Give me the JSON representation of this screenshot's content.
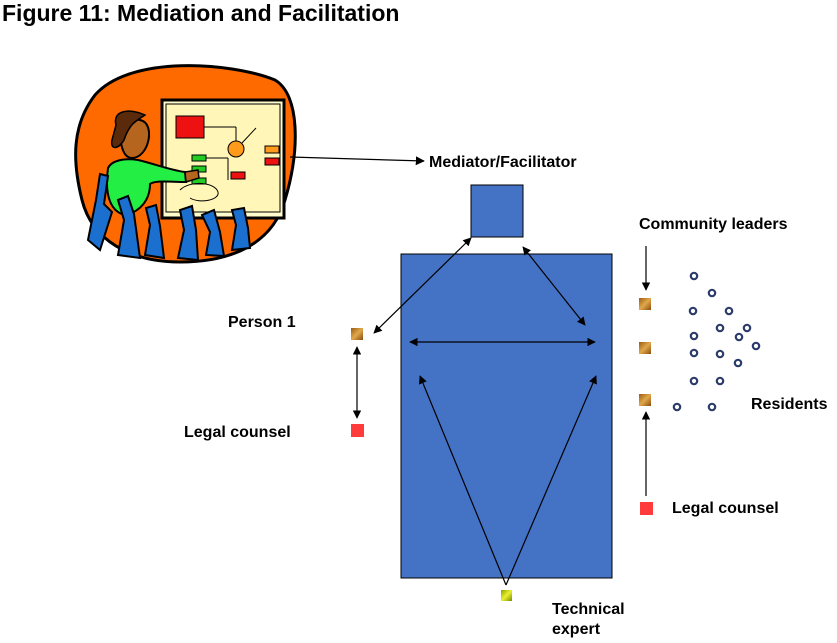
{
  "title": "Figure 11: Mediation and Facilitation",
  "labels": {
    "mediator": "Mediator/Facilitator",
    "community_leaders": "Community leaders",
    "person1": "Person 1",
    "legal_counsel_left": "Legal counsel",
    "residents": "Residents",
    "legal_counsel_right": "Legal counsel",
    "technical_expert_line1": "Technical",
    "technical_expert_line2": "expert"
  },
  "colors": {
    "block_blue": "#4472c4",
    "legal_red": "#ff3b3b",
    "person_bronze": "#c8862a",
    "expert_yellow": "#c8d400",
    "clipart_orange": "#ff6a00",
    "resident_ring": "#2b3b6b"
  },
  "icons": {
    "clipart": "presenter-at-whiteboard-clipart",
    "residents": "resident-ring-icon"
  }
}
